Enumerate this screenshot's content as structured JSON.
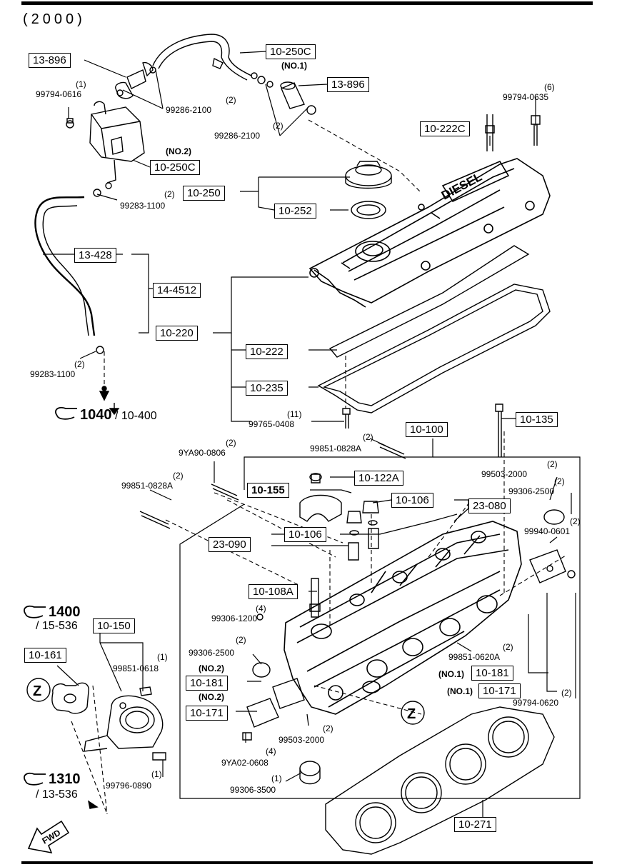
{
  "header": {
    "year": "(2000)"
  },
  "part_boxes": [
    {
      "id": "b1",
      "text": "13-896"
    },
    {
      "id": "b2",
      "text": "10-250C"
    },
    {
      "id": "b3",
      "text": "13-896"
    },
    {
      "id": "b4",
      "text": "10-222C"
    },
    {
      "id": "b5",
      "text": "10-250C"
    },
    {
      "id": "b6",
      "text": "10-250"
    },
    {
      "id": "b7",
      "text": "10-252"
    },
    {
      "id": "b8",
      "text": "13-428"
    },
    {
      "id": "b9",
      "text": "14-4512"
    },
    {
      "id": "b10",
      "text": "10-220"
    },
    {
      "id": "b11",
      "text": "10-222"
    },
    {
      "id": "b12",
      "text": "10-235"
    },
    {
      "id": "b13",
      "text": "10-100"
    },
    {
      "id": "b14",
      "text": "10-135"
    },
    {
      "id": "b15",
      "text": "10-122A"
    },
    {
      "id": "b16",
      "text": "10-155"
    },
    {
      "id": "b17",
      "text": "10-106"
    },
    {
      "id": "b18",
      "text": "23-080"
    },
    {
      "id": "b19",
      "text": "10-106"
    },
    {
      "id": "b20",
      "text": "23-090"
    },
    {
      "id": "b21",
      "text": "10-108A"
    },
    {
      "id": "b22",
      "text": "10-150"
    },
    {
      "id": "b23",
      "text": "10-161"
    },
    {
      "id": "b24",
      "text": "10-181"
    },
    {
      "id": "b25",
      "text": "10-171"
    },
    {
      "id": "b26",
      "text": "10-181"
    },
    {
      "id": "b27",
      "text": "10-171"
    },
    {
      "id": "b28",
      "text": "10-271"
    }
  ],
  "part_labels": [
    {
      "id": "l1",
      "text": "(1)"
    },
    {
      "id": "l2",
      "text": "99794-0616"
    },
    {
      "id": "l3",
      "text": "(2)"
    },
    {
      "id": "l4",
      "text": "99286-2100"
    },
    {
      "id": "l5",
      "text": "(NO.1)"
    },
    {
      "id": "l6",
      "text": "(2)"
    },
    {
      "id": "l7",
      "text": "99286-2100"
    },
    {
      "id": "l8",
      "text": "(6)"
    },
    {
      "id": "l9",
      "text": "99794-0635"
    },
    {
      "id": "l10",
      "text": "(NO.2)"
    },
    {
      "id": "l11",
      "text": "(2)"
    },
    {
      "id": "l12",
      "text": "99283-1100"
    },
    {
      "id": "l13",
      "text": "(2)"
    },
    {
      "id": "l14",
      "text": "99283-1100"
    },
    {
      "id": "l15",
      "text": "(11)"
    },
    {
      "id": "l16",
      "text": "99765-0408"
    },
    {
      "id": "l17",
      "text": "(2)"
    },
    {
      "id": "l18",
      "text": "99851-0828A"
    },
    {
      "id": "l19",
      "text": "(2)"
    },
    {
      "id": "l20",
      "text": "9YA90-0806"
    },
    {
      "id": "l21",
      "text": "(2)"
    },
    {
      "id": "l22",
      "text": "99851-0828A"
    },
    {
      "id": "l23",
      "text": "(2)"
    },
    {
      "id": "l24",
      "text": "99503-2000"
    },
    {
      "id": "l25",
      "text": "(2)"
    },
    {
      "id": "l26",
      "text": "99306-2500"
    },
    {
      "id": "l27",
      "text": "(2)"
    },
    {
      "id": "l28",
      "text": "99940-0601"
    },
    {
      "id": "l29",
      "text": "(4)"
    },
    {
      "id": "l30",
      "text": "99306-1200"
    },
    {
      "id": "l31",
      "text": "(2)"
    },
    {
      "id": "l32",
      "text": "99306-2500"
    },
    {
      "id": "l33",
      "text": "(NO.2)"
    },
    {
      "id": "l34",
      "text": "(NO.2)"
    },
    {
      "id": "l35",
      "text": "(1)"
    },
    {
      "id": "l36",
      "text": "99851-0618"
    },
    {
      "id": "l37",
      "text": "(2)"
    },
    {
      "id": "l38",
      "text": "99851-0620A"
    },
    {
      "id": "l39",
      "text": "(NO.1)"
    },
    {
      "id": "l40",
      "text": "(NO.1)"
    },
    {
      "id": "l41",
      "text": "(2)"
    },
    {
      "id": "l42",
      "text": "99794-0620"
    },
    {
      "id": "l43",
      "text": "(2)"
    },
    {
      "id": "l44",
      "text": "99503-2000"
    },
    {
      "id": "l45",
      "text": "(4)"
    },
    {
      "id": "l46",
      "text": "9YA02-0608"
    },
    {
      "id": "l47",
      "text": "(1)"
    },
    {
      "id": "l48",
      "text": "99306-3500"
    },
    {
      "id": "l49",
      "text": "(1)"
    },
    {
      "id": "l50",
      "text": "99796-0890"
    }
  ],
  "references": [
    {
      "id": "r1",
      "big": "1040",
      "rest": "/ 10-400"
    },
    {
      "id": "r2",
      "big": "1400",
      "rest": "/ 15-536"
    },
    {
      "id": "r3",
      "big": "1310",
      "rest": "/ 13-536"
    }
  ],
  "markers": {
    "zone_letter": "Z",
    "forward": "FWD",
    "cover_text": "DIESEL"
  }
}
